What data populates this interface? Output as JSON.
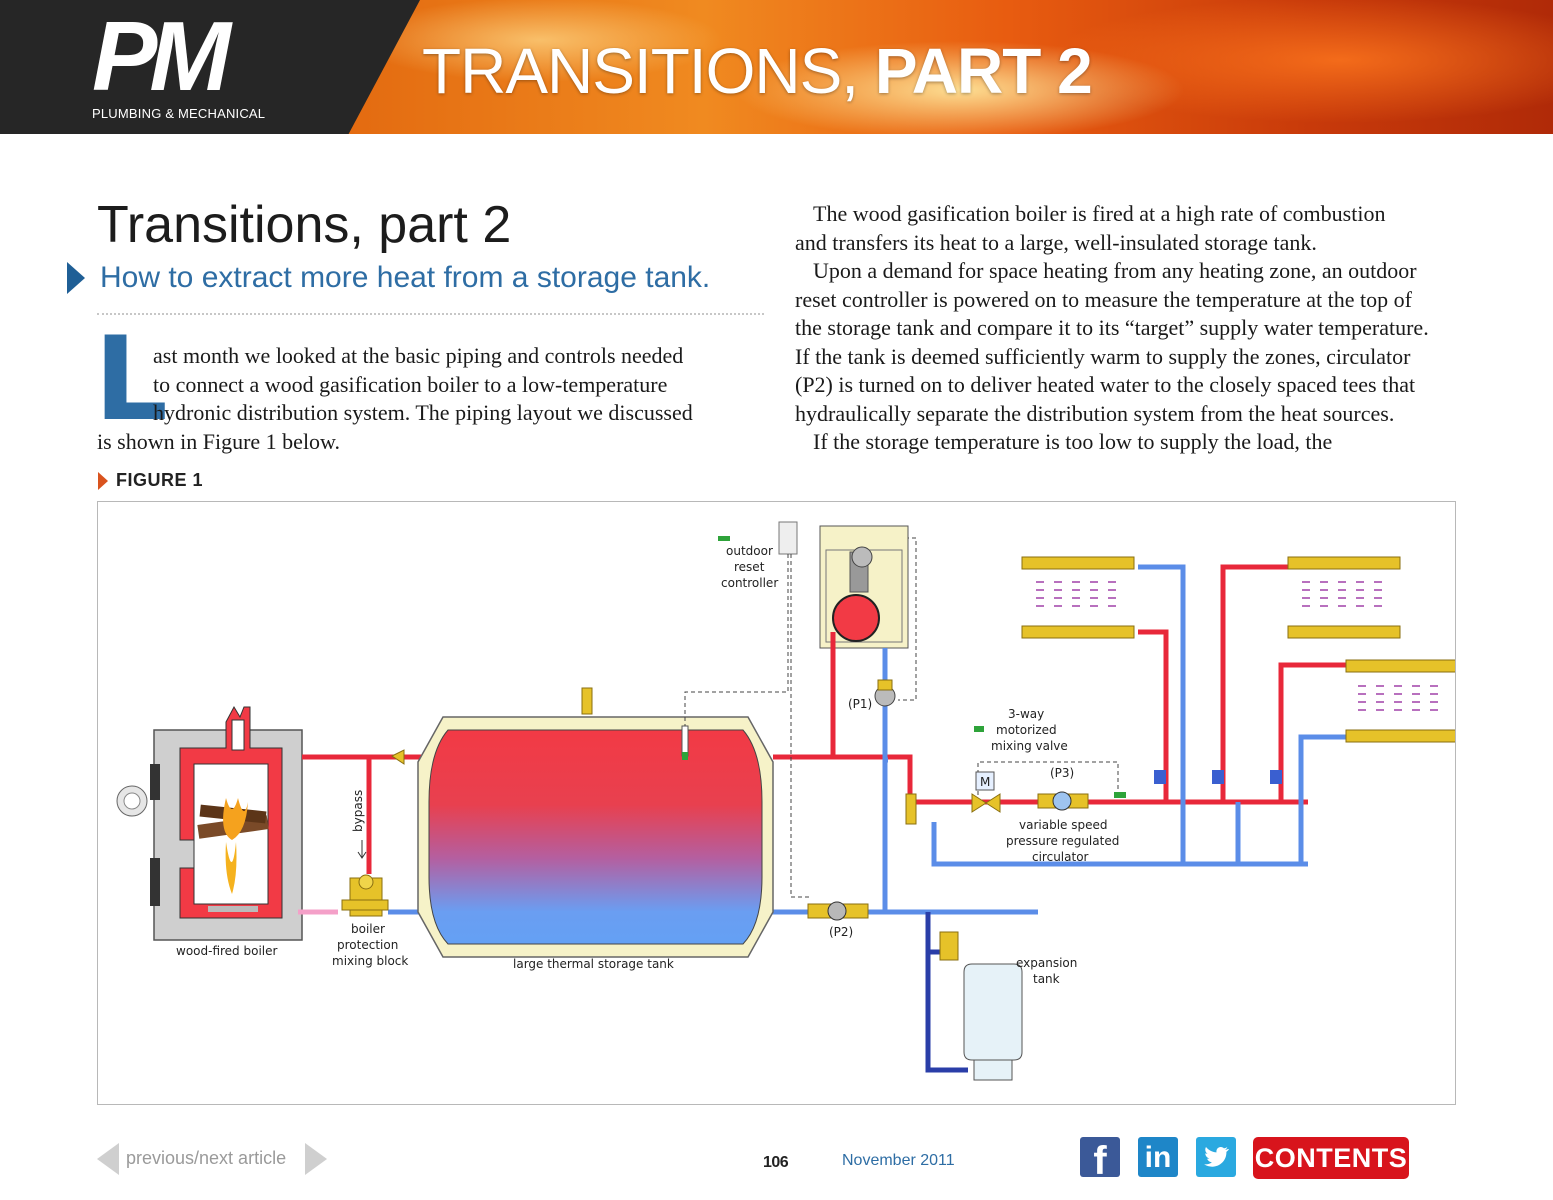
{
  "header": {
    "logo_text": "PM",
    "logo_subtitle": "PLUMBING & MECHANICAL",
    "title_light": "TRANSITIONS, ",
    "title_bold": "PART 2"
  },
  "article": {
    "title": "Transitions, part 2",
    "subtitle": "How to extract more heat from a storage tank.",
    "drop_cap": "L",
    "left_lines": [
      "ast month we looked at the basic piping and controls needed",
      "to connect a wood gasification boiler to a low-temperature",
      "hydronic distribution system. The piping layout we discussed",
      "is shown in Figure 1 below."
    ],
    "right_lines": [
      "The wood gasification boiler is fired at a high rate of combustion",
      "and transfers its heat to a large, well-insulated storage tank.",
      "Upon a demand for space heating from any heating zone, an outdoor",
      "reset controller is powered on to measure the temperature at the top of",
      "the storage tank and compare it to its “target” supply water temperature.",
      "If the tank is deemed sufficiently warm to supply the zones, circulator",
      "(P2) is turned on to deliver heated water to the closely spaced tees that",
      "hydraulically separate the distribution system from the heat sources.",
      "If the storage temperature is too low to supply the load, the"
    ]
  },
  "figure": {
    "label": "FIGURE 1",
    "labels": {
      "outdoor_reset_1": "outdoor",
      "outdoor_reset_2": "reset",
      "outdoor_reset_3": "controller",
      "p1": "(P1)",
      "p2": "(P2)",
      "p3": "(P3)",
      "valve_1": "3-way",
      "valve_2": "motorized",
      "valve_3": "mixing valve",
      "valve_m": "M",
      "circ_1": "variable speed",
      "circ_2": "pressure regulated",
      "circ_3": "circulator",
      "bypass": "bypass",
      "boiler": "wood-fired boiler",
      "mix_1": "boiler",
      "mix_2": "protection",
      "mix_3": "mixing block",
      "tank": "large thermal storage tank",
      "exp_1": "expansion",
      "exp_2": "tank"
    },
    "colors": {
      "hot": "#e8283a",
      "cool": "#5b8de8",
      "brass": "#e6c229",
      "tank_insulation": "#f6f2c8"
    }
  },
  "footer": {
    "nav_label": "previous/next article",
    "page_number": "106",
    "issue_date": "November 2011",
    "facebook_glyph": "f",
    "linkedin_glyph": "in",
    "contents_label": "CONTENTS"
  }
}
